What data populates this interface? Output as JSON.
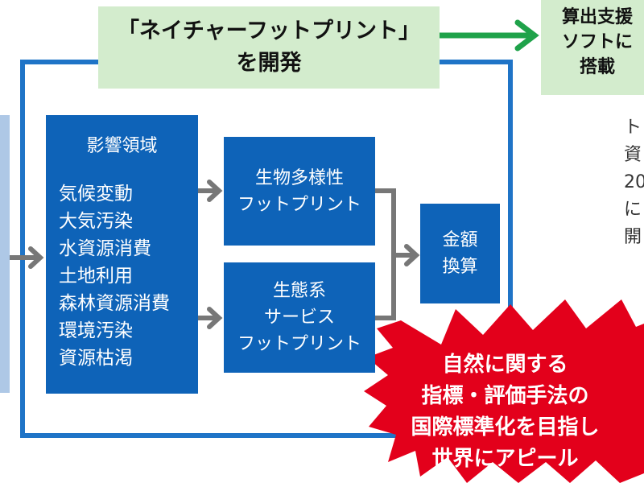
{
  "title": {
    "line1": "「ネイチャーフットプリント」",
    "line2": "を開発"
  },
  "right_box": {
    "lines": [
      "算出支援",
      "ソフトに",
      "搭載"
    ]
  },
  "side_text": {
    "lines": [
      "ト",
      "資",
      "20",
      "に",
      "開"
    ]
  },
  "impact": {
    "heading": "影響領域",
    "items": [
      "気候変動",
      "大気汚染",
      "水資源消費",
      "土地利用",
      "森林資源消費",
      "環境汚染",
      "資源枯渇"
    ]
  },
  "biodiversity": {
    "lines": [
      "生物多様性",
      "フットプリント"
    ]
  },
  "ecosystem": {
    "lines": [
      "生態系",
      "サービス",
      "フットプリント"
    ]
  },
  "monetary": {
    "lines": [
      "金額",
      "換算"
    ]
  },
  "callout": {
    "lines": [
      "自然に関する",
      "指標・評価手法の",
      "国際標準化を目指し",
      "世界にアピール"
    ]
  },
  "colors": {
    "frame_blue": "#1f74c7",
    "box_blue": "#0e63b8",
    "light_green": "#d3eccd",
    "arrow_green": "#1fa24a",
    "arrow_gray": "#777777",
    "burst_red": "#e3001b",
    "strip_blue": "#aec8e6"
  }
}
